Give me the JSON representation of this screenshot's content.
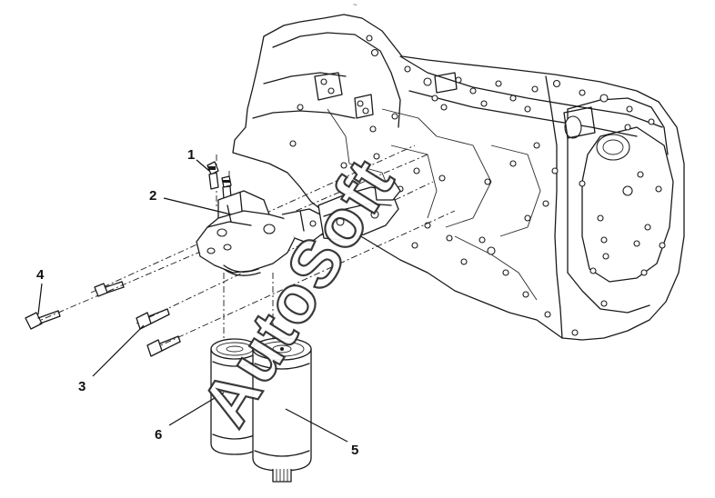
{
  "figure": {
    "top_mark": "~",
    "watermark": "AutoSoft"
  },
  "callouts": [
    {
      "id": "1",
      "label": "1"
    },
    {
      "id": "2",
      "label": "2"
    },
    {
      "id": "3",
      "label": "3"
    },
    {
      "id": "4",
      "label": "4"
    },
    {
      "id": "5",
      "label": "5"
    },
    {
      "id": "6",
      "label": "6"
    }
  ]
}
